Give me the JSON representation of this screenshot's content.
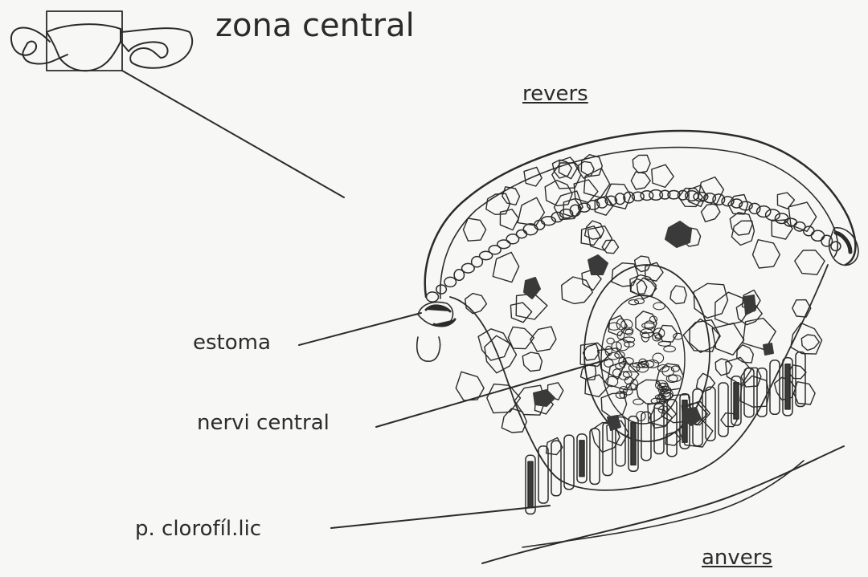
{
  "title": "zona central",
  "labels": {
    "revers": "revers",
    "anvers": "anvers",
    "estoma": "estoma",
    "nervi_central": "nervi central",
    "parenquima": "p. clorofíl.lic"
  },
  "colors": {
    "ink": "#2b2b2b",
    "background": "#f7f7f5",
    "dark_cell": "#3a3a3a"
  }
}
